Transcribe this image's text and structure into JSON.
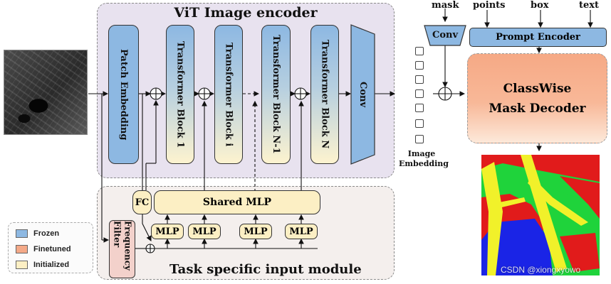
{
  "vit_encoder": {
    "title": "ViT Image encoder",
    "patch_embedding": "Patch Embedding",
    "blocks": [
      "Transformer Block 1",
      "Transformer Block i",
      "Transformer Block N-1",
      "Transformer Block N"
    ],
    "conv": "Conv"
  },
  "task_module": {
    "title": "Task specific input module",
    "fc": "FC",
    "shared_mlp": "Shared MLP",
    "mlps": [
      "MLP",
      "MLP",
      "MLP",
      "MLP"
    ],
    "frequency_filter": "Frequency Filter"
  },
  "prompt_inputs": {
    "mask": "mask",
    "points": "points",
    "box": "box",
    "text": "text"
  },
  "mask_conv": "Conv",
  "prompt_encoder": "Prompt Encoder",
  "decoder": {
    "line1": "ClassWise",
    "line2": "Mask Decoder"
  },
  "image_embedding": {
    "line1": "Image",
    "line2": "Embedding"
  },
  "legend": [
    {
      "label": "Frozen",
      "color": "#8db8e2"
    },
    {
      "label": "Finetuned",
      "color": "#f4a988"
    },
    {
      "label": "Initialized",
      "color": "#fcefc4"
    }
  ],
  "watermark": "CSDN @xiongxyowo",
  "colors": {
    "frozen": "#8db8e2",
    "finetuned": "#f4a988",
    "initialized": "#fcefc4",
    "encoder_bg": "#e8e2ef",
    "task_bg": "#f4efed",
    "filter_bg": "#f3d1cb",
    "decoder_top": "#f6a985",
    "decoder_bottom": "#fde9da"
  }
}
